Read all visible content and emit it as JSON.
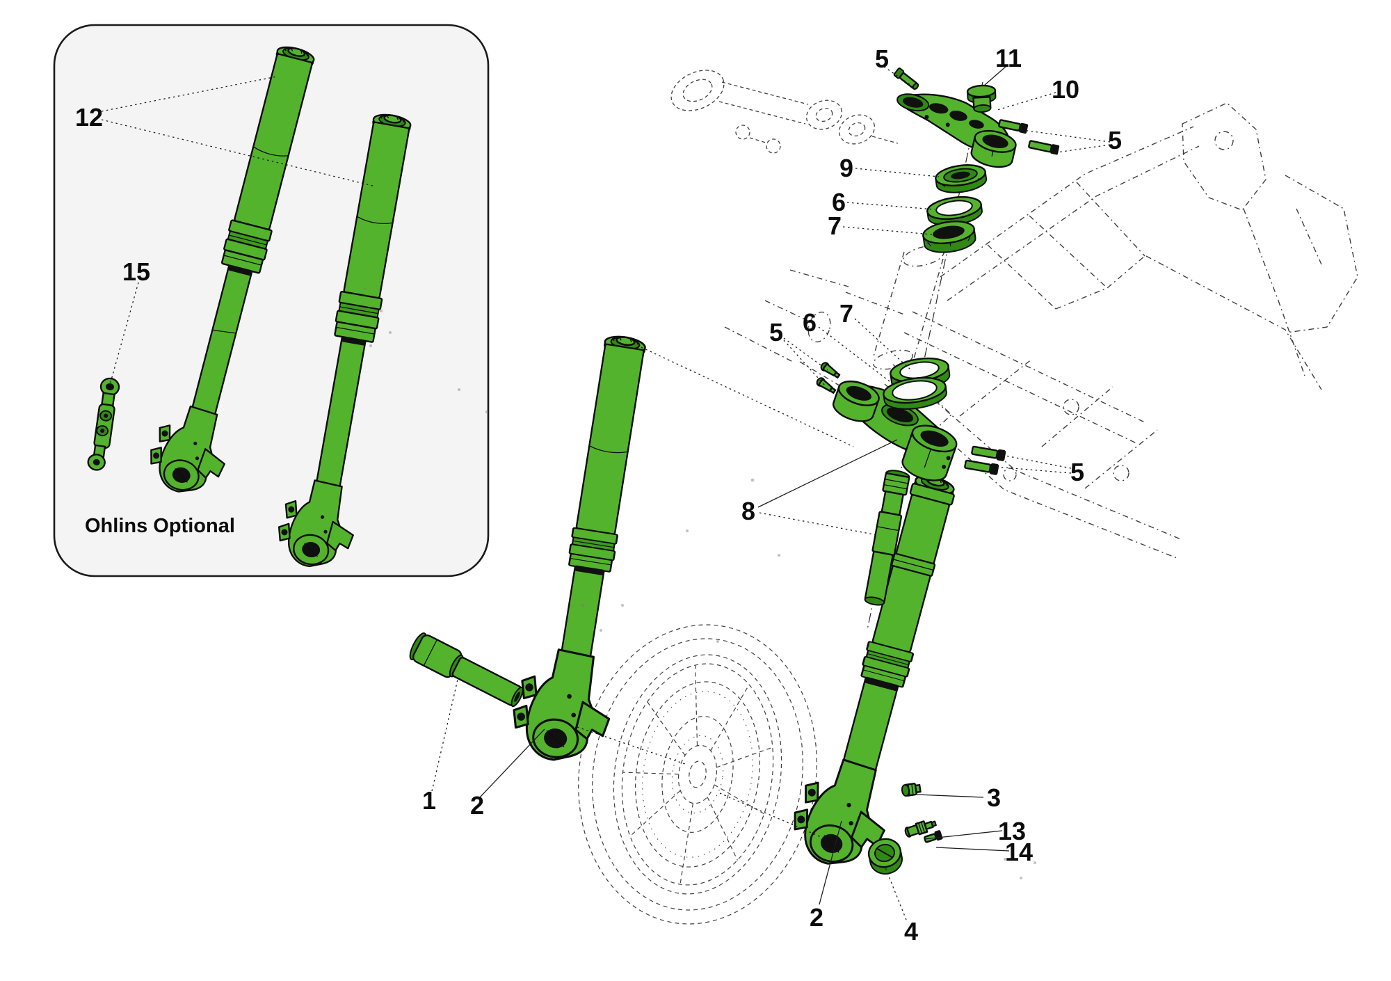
{
  "inset": {
    "caption": "Ohlins Optional"
  },
  "callouts": {
    "c1": "1",
    "c2a": "2",
    "c2b": "2",
    "c3": "3",
    "c4": "4",
    "c5a": "5",
    "c5b": "5",
    "c5c": "5",
    "c5d": "5",
    "c6a": "6",
    "c6b": "6",
    "c7a": "7",
    "c7b": "7",
    "c8": "8",
    "c9": "9",
    "c10": "10",
    "c11": "11",
    "c12": "12",
    "c13": "13",
    "c14": "14",
    "c15": "15"
  },
  "colors": {
    "part-green": "#54b32d",
    "part-green-dark": "#2f8a14",
    "part-green-mid": "#3f9c1e",
    "outline": "#0d0d0d",
    "wire": "#3f3f3f",
    "inset-bg": "#f4f4f4",
    "page-bg": "#ffffff"
  }
}
